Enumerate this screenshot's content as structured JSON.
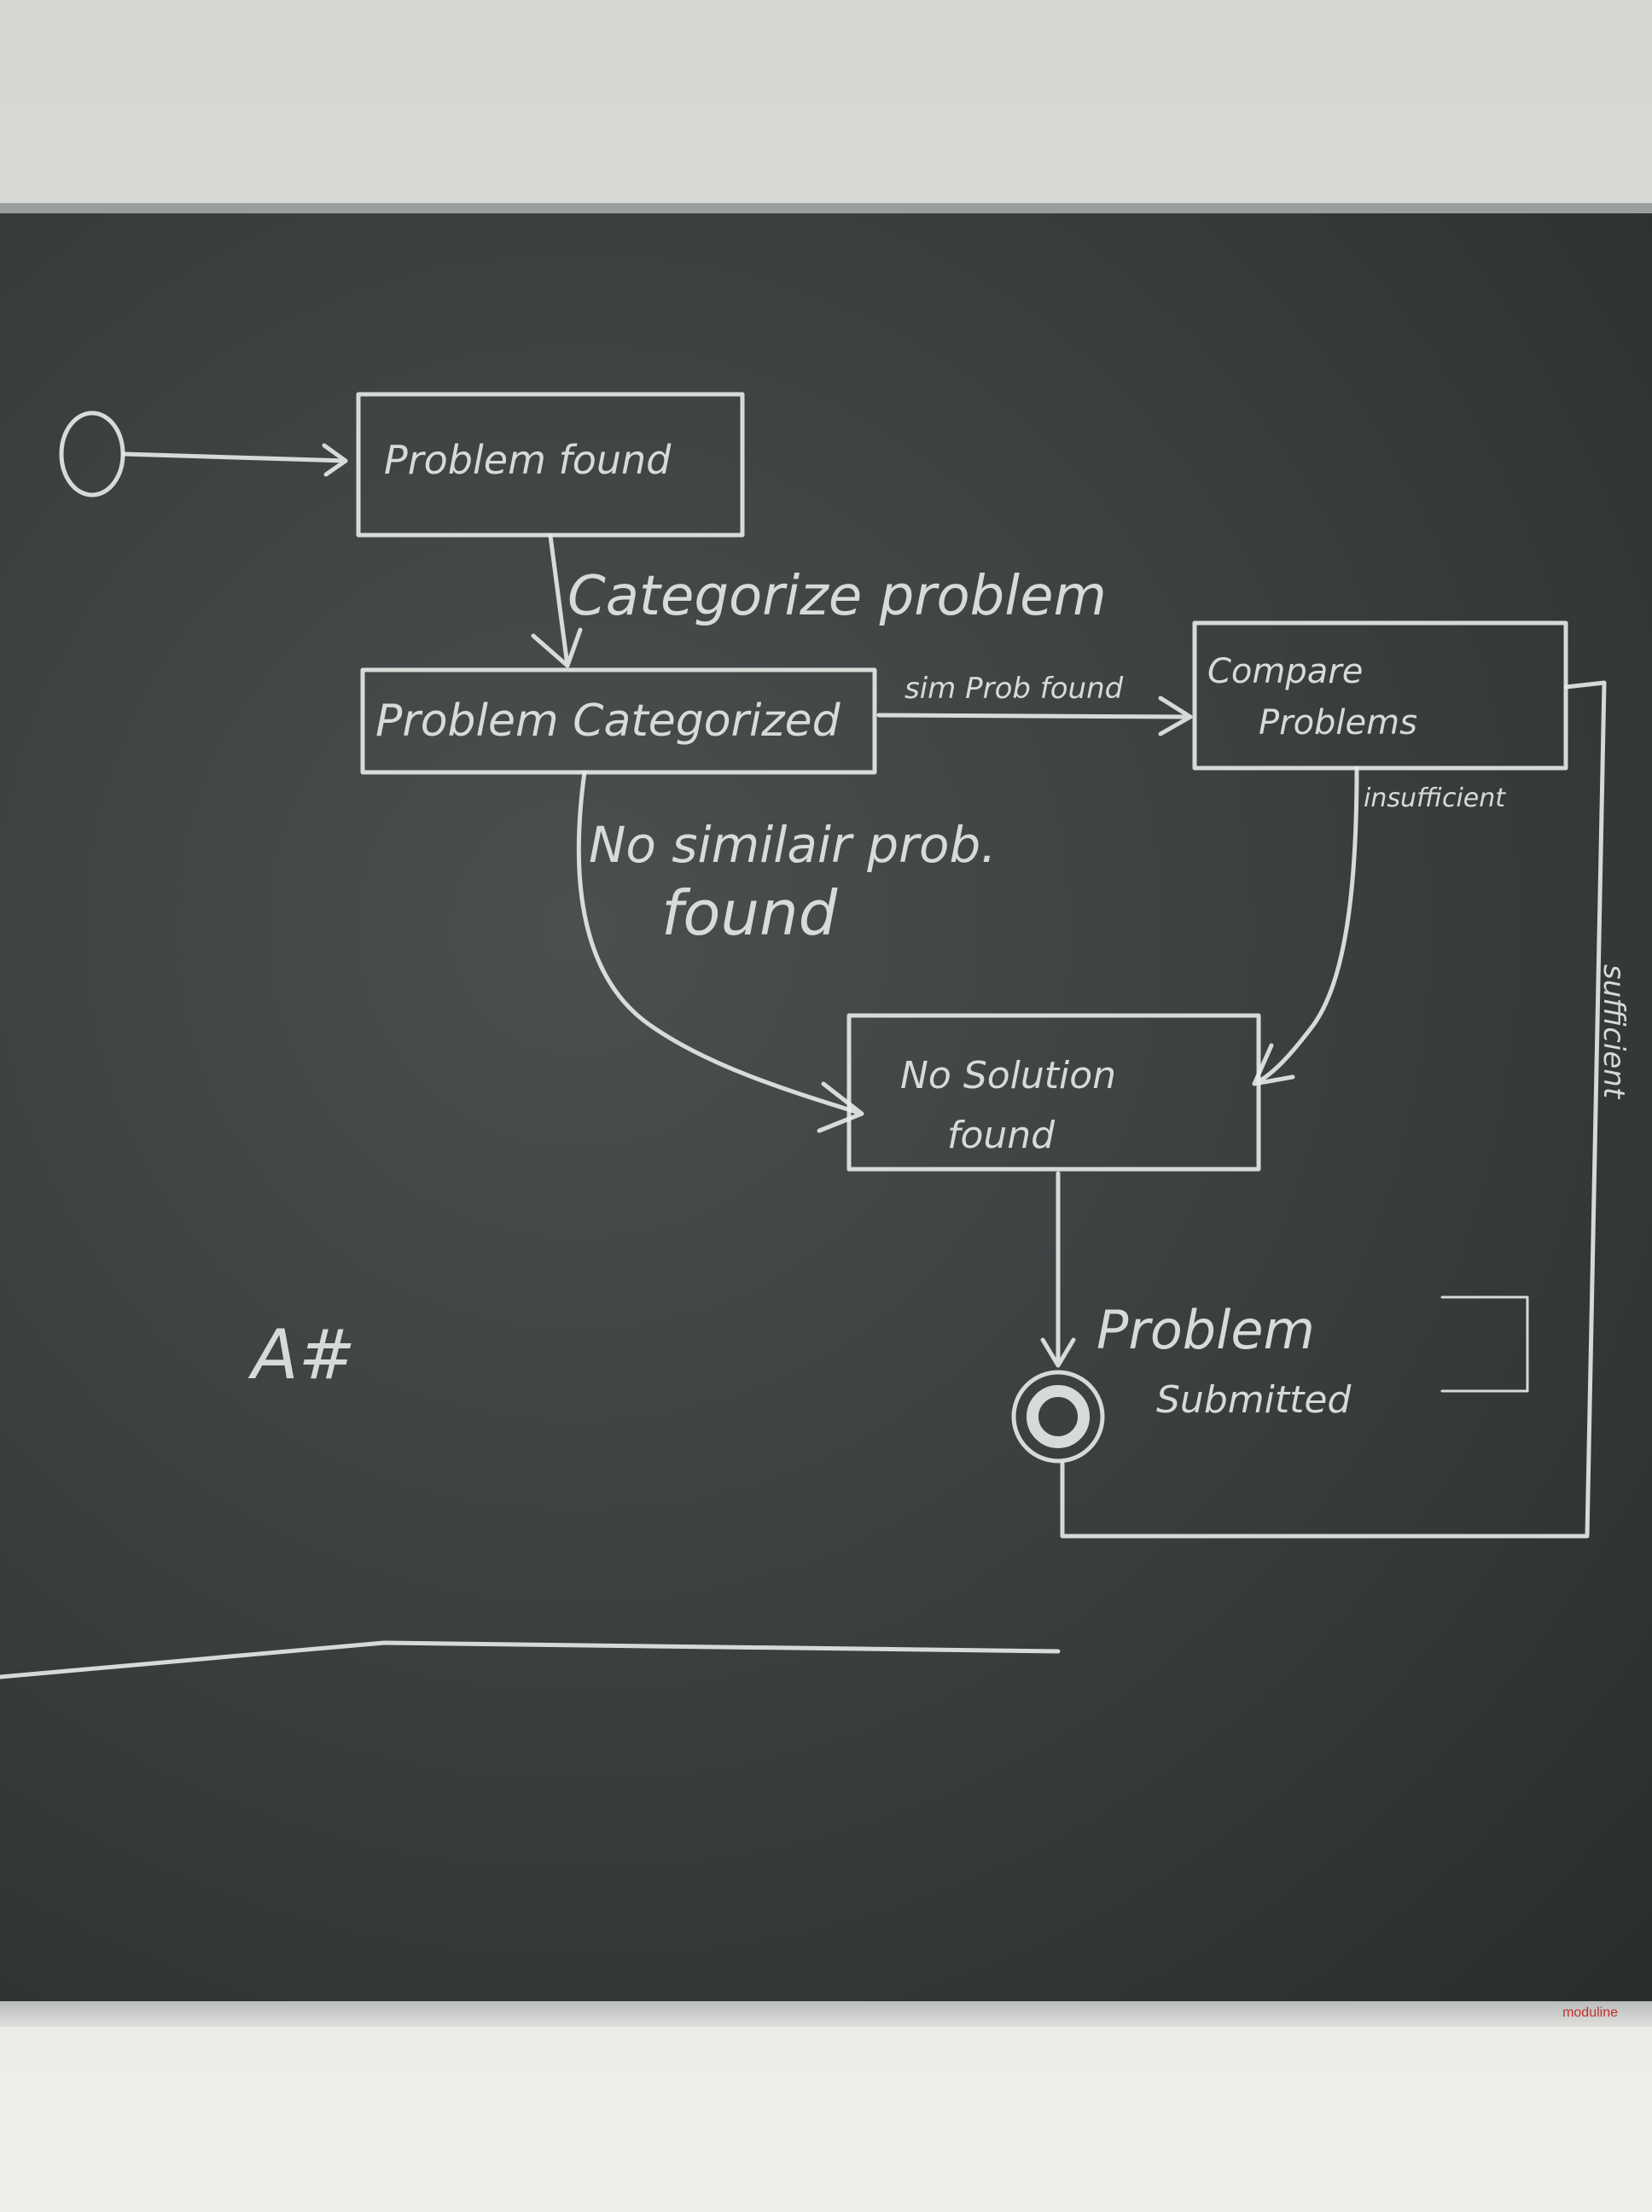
{
  "diagram": {
    "start_arrow_label": "",
    "states": {
      "problem_found": "Problem found",
      "problem_categorized": "Problem Categorized",
      "compare_problems_line1": "Compare",
      "compare_problems_line2": "Problems",
      "no_solution_line1": "No Solution",
      "no_solution_line2": "found"
    },
    "transitions": {
      "categorize": "Categorize problem",
      "similar_found": "sim Prob found",
      "no_similar_line1": "No similair prob.",
      "no_similar_line2": "found",
      "insufficient": "insufficient",
      "sufficient": "sufficient",
      "submitted_line1": "Problem",
      "submitted_line2": "Submitted"
    },
    "corner_mark": "A#"
  },
  "board": {
    "brand": "moduline"
  },
  "colors": {
    "chalk": "#e8ece8",
    "board": "#3b4141"
  }
}
